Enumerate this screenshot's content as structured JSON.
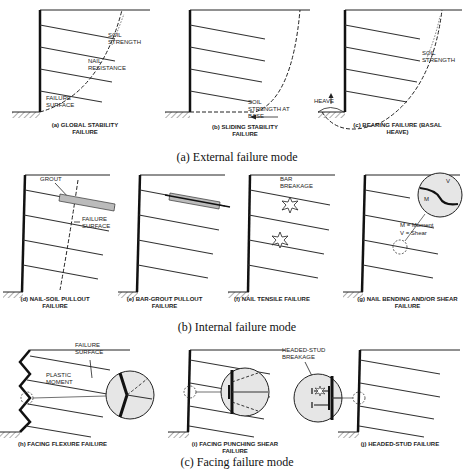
{
  "diagram": {
    "labels": [
      "SOIL STRENGTH",
      "NAIL RESISTANCE",
      "FAILURE SURFACE",
      "(a) GLOBAL STABILITY FAILURE",
      "SOIL STRENGTH AT BASE",
      "(b) SLIDING STABILITY FAILURE",
      "HEAVE",
      "SOIL STRENGTH",
      "(c) BEARING FAILURE (BASAL HEAVE)",
      "(a) External failure mode",
      "GROUT",
      "FAILURE SURFACE",
      "(d) NAIL-SOIL PULLOUT FAILURE",
      "(e) BAR-GROUT PULLOUT FAILURE",
      "BAR BREAKAGE",
      "(f) NAIL TENSILE FAILURE",
      "V",
      "M",
      "M = Moment",
      "V = Shear",
      "(g) NAIL BENDING AND/OR SHEAR FAILURE",
      "(b) Internal failure mode",
      "FAILURE SURFACE",
      "PLASTIC MOMENT",
      "(h) FACING FLEXURE FAILURE",
      "(i) FACING PUNCHING SHEAR FAILURE",
      "HEADED-STUD BREAKAGE",
      "(j) HEADED-STUD FAILURE",
      "(c) Facing failure mode"
    ]
  }
}
